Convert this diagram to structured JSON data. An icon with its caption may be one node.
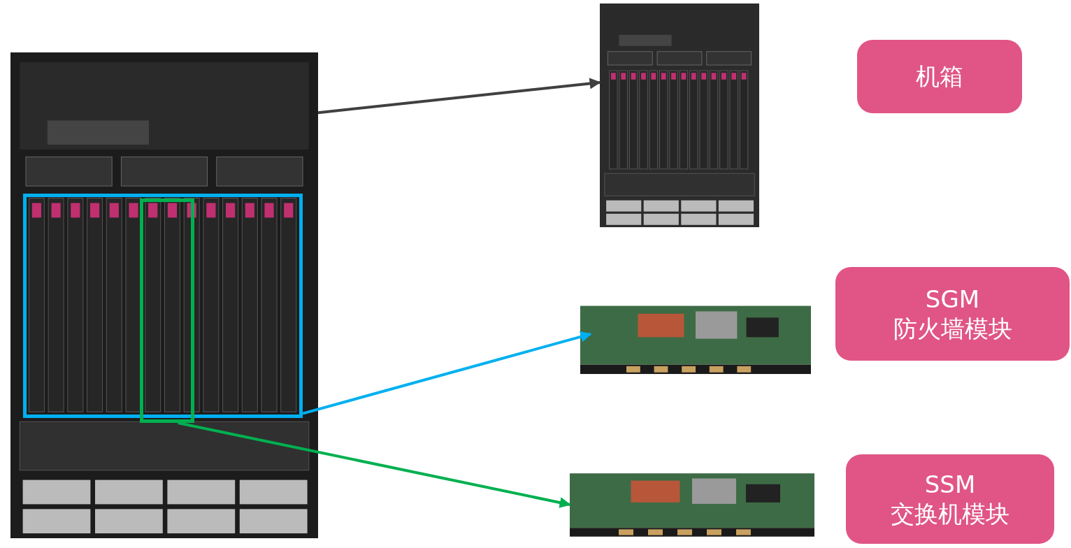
{
  "diagram": {
    "nodes": [
      {
        "text": [],
        "shape": "picture"
      },
      {
        "text": [],
        "shape": "box",
        "in": 0
      },
      {
        "text": [],
        "shape": "box",
        "in": 1
      },
      {
        "text": [],
        "shape": "picture"
      },
      {
        "text": [],
        "shape": "picture"
      },
      {
        "text": [],
        "shape": "picture"
      },
      {
        "text": [
          "机箱"
        ]
      },
      {
        "text": [
          "SGM",
          "防火墙模块"
        ]
      },
      {
        "text": [
          "SSM",
          "交换机模块"
        ]
      }
    ],
    "edges": [
      {
        "from": 0,
        "to": 3,
        "arrow": "to",
        "color": "#404040"
      },
      {
        "from": 1,
        "to": 4,
        "arrow": "to",
        "color": "#00b0f0"
      },
      {
        "from": 2,
        "to": 5,
        "arrow": "to",
        "color": "#00b050"
      }
    ]
  }
}
